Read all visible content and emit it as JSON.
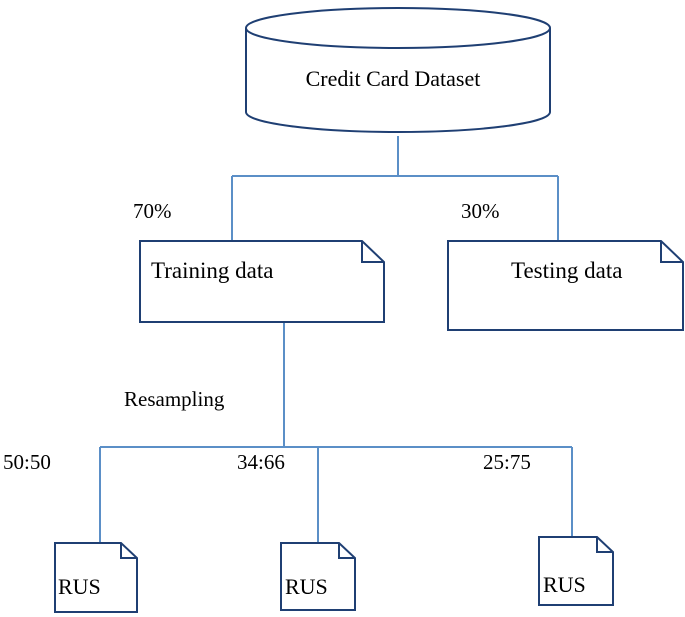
{
  "dataset": {
    "label": "Credit Card Dataset"
  },
  "split": {
    "train_pct": "70%",
    "test_pct": "30%",
    "train_label": "Training data",
    "test_label": "Testing data"
  },
  "resampling": {
    "label": "Resampling",
    "ratios": [
      "50:50",
      "34:66",
      "25:75"
    ],
    "method": [
      "RUS",
      "RUS",
      "RUS"
    ]
  }
}
